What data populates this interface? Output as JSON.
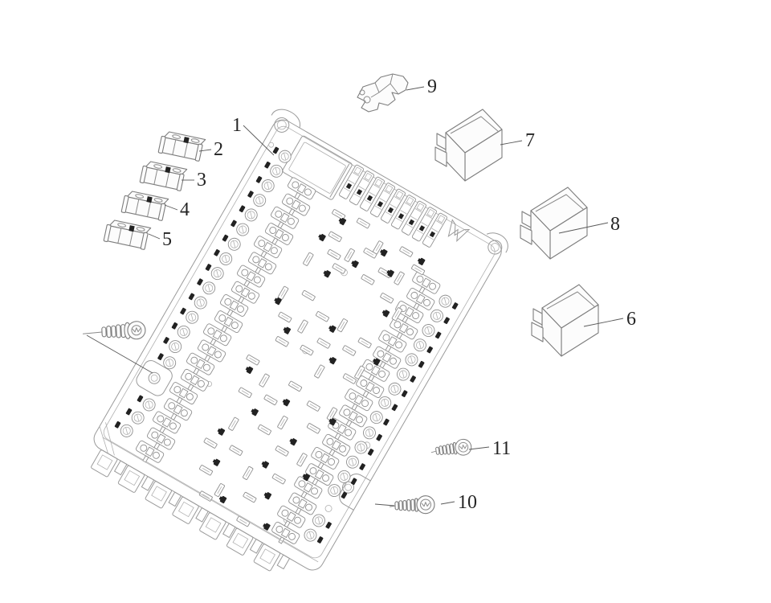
{
  "diagram": {
    "type": "exploded-parts-diagram",
    "background": "#ffffff",
    "colors": {
      "line": "#9a9a9a",
      "part_line": "#7d7d7d",
      "dark_detail": "#222222",
      "label": "#242424"
    },
    "callouts": [
      {
        "label": "1"
      },
      {
        "label": "2"
      },
      {
        "label": "3"
      },
      {
        "label": "4"
      },
      {
        "label": "5"
      },
      {
        "label": "6"
      },
      {
        "label": "7"
      },
      {
        "label": "8"
      },
      {
        "label": "9"
      },
      {
        "label": "10"
      },
      {
        "label": "11"
      }
    ]
  }
}
